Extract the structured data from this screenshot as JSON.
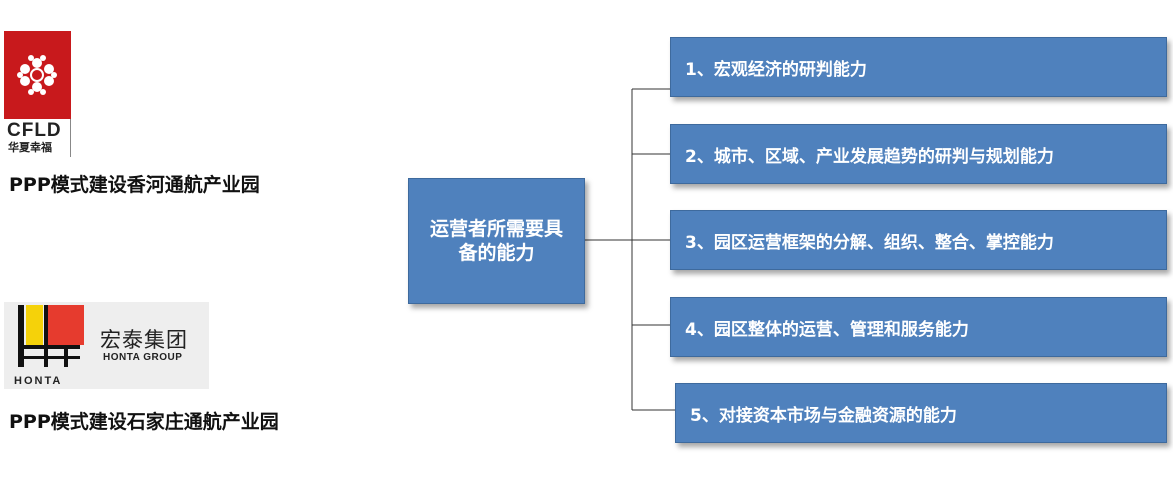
{
  "logos": {
    "cfld": {
      "name": "CFLD",
      "subtitle": "华夏幸福"
    },
    "honta": {
      "name_zh": "宏泰集团",
      "name_en": "HONTA GROUP",
      "mark_text": "HONTA"
    }
  },
  "projects": [
    {
      "label": "PPP模式建设香河通航产业园"
    },
    {
      "label": "PPP模式建设石家庄通航产业园"
    }
  ],
  "diagram": {
    "center": "运营者所需要具备的能力",
    "capabilities": [
      "1、宏观经济的研判能力",
      "2、城市、区域、产业发展趋势的研判与规划能力",
      "3、园区运营框架的分解、组织、整合、掌控能力",
      "4、园区整体的运营、管理和服务能力",
      "5、对接资本市场与金融资源的能力"
    ]
  },
  "colors": {
    "box_fill": "#4f81bd",
    "cfld_red": "#c8191c",
    "honta_yellow": "#f5d20a",
    "honta_red": "#e63b2e"
  }
}
